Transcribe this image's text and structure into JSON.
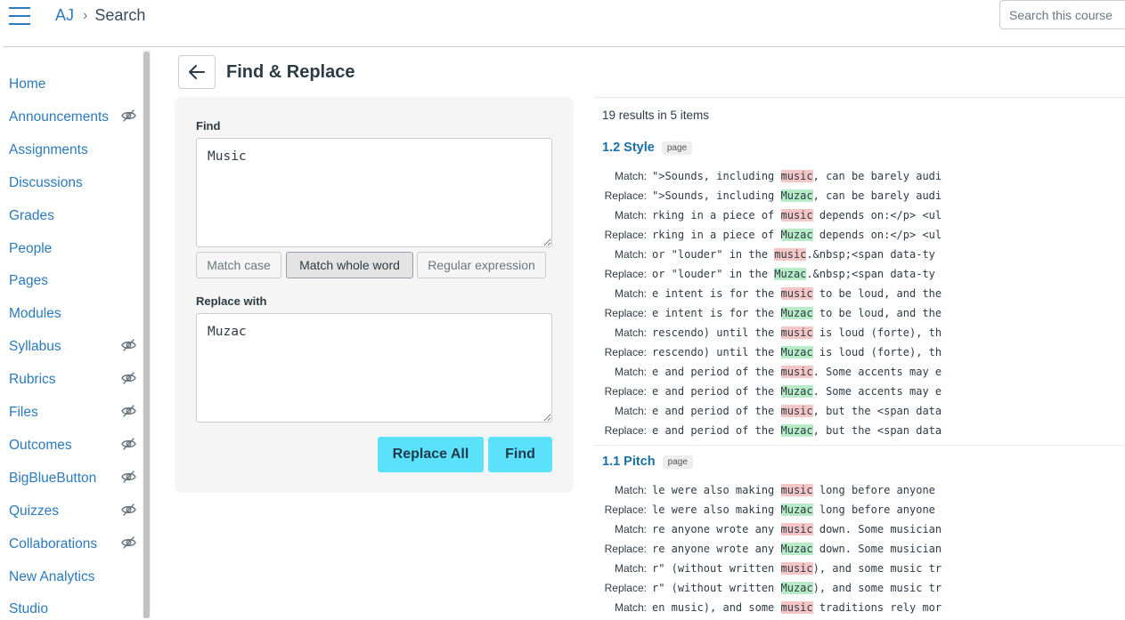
{
  "header": {
    "breadcrumb_course": "AJ",
    "breadcrumb_separator": "›",
    "breadcrumb_current": "Search",
    "search_placeholder": "Search this course"
  },
  "sidebar": {
    "items": [
      {
        "label": "Home",
        "hidden": false
      },
      {
        "label": "Announcements",
        "hidden": true
      },
      {
        "label": "Assignments",
        "hidden": false
      },
      {
        "label": "Discussions",
        "hidden": false
      },
      {
        "label": "Grades",
        "hidden": false
      },
      {
        "label": "People",
        "hidden": false
      },
      {
        "label": "Pages",
        "hidden": false
      },
      {
        "label": "Modules",
        "hidden": false
      },
      {
        "label": "Syllabus",
        "hidden": true
      },
      {
        "label": "Rubrics",
        "hidden": true
      },
      {
        "label": "Files",
        "hidden": true
      },
      {
        "label": "Outcomes",
        "hidden": true
      },
      {
        "label": "BigBlueButton",
        "hidden": true
      },
      {
        "label": "Quizzes",
        "hidden": true
      },
      {
        "label": "Collaborations",
        "hidden": true
      },
      {
        "label": "New Analytics",
        "hidden": false
      },
      {
        "label": "Studio",
        "hidden": false
      }
    ]
  },
  "page": {
    "title": "Find & Replace"
  },
  "form": {
    "find_label": "Find",
    "find_value": "Music",
    "options": [
      "Match case",
      "Match whole word",
      "Regular expression"
    ],
    "active_option": "Match whole word",
    "replace_label": "Replace with",
    "replace_value": "Muzac",
    "replace_all_label": "Replace All",
    "find_button_label": "Find"
  },
  "results": {
    "summary": "19 results in 5 items",
    "match_label": "Match:",
    "replace_label": "Replace:",
    "groups": [
      {
        "title": "1.2 Style",
        "badge": "page",
        "rows": [
          {
            "kind": "match",
            "pre": "\">Sounds, including ",
            "hit": "music",
            "post": ", can be barely audi"
          },
          {
            "kind": "replace",
            "pre": "\">Sounds, including ",
            "hit": "Muzac",
            "post": ", can be barely audi"
          },
          {
            "kind": "match",
            "pre": "rking in a piece of ",
            "hit": "music",
            "post": " depends on:</p> <ul"
          },
          {
            "kind": "replace",
            "pre": "rking in a piece of ",
            "hit": "Muzac",
            "post": " depends on:</p> <ul"
          },
          {
            "kind": "match",
            "pre": "or \"louder\" in the ",
            "hit": "music",
            "post": ".&nbsp;<span data-ty"
          },
          {
            "kind": "replace",
            "pre": "or \"louder\" in the ",
            "hit": "Muzac",
            "post": ".&nbsp;<span data-ty"
          },
          {
            "kind": "match",
            "pre": "e intent is for the ",
            "hit": "music",
            "post": " to be loud, and the"
          },
          {
            "kind": "replace",
            "pre": "e intent is for the ",
            "hit": "Muzac",
            "post": " to be loud, and the"
          },
          {
            "kind": "match",
            "pre": "rescendo) until the ",
            "hit": "music",
            "post": " is loud (forte), th"
          },
          {
            "kind": "replace",
            "pre": "rescendo) until the ",
            "hit": "Muzac",
            "post": " is loud (forte), th"
          },
          {
            "kind": "match",
            "pre": "e and period of the ",
            "hit": "music",
            "post": ". Some accents may e"
          },
          {
            "kind": "replace",
            "pre": "e and period of the ",
            "hit": "Muzac",
            "post": ". Some accents may e"
          },
          {
            "kind": "match",
            "pre": "e and period of the ",
            "hit": "music",
            "post": ", but the <span data"
          },
          {
            "kind": "replace",
            "pre": "e and period of the ",
            "hit": "Muzac",
            "post": ", but the <span data"
          }
        ]
      },
      {
        "title": "1.1 Pitch",
        "badge": "page",
        "rows": [
          {
            "kind": "match",
            "pre": "le were also making ",
            "hit": "music",
            "post": " long before anyone"
          },
          {
            "kind": "replace",
            "pre": "le were also making ",
            "hit": "Muzac",
            "post": " long before anyone"
          },
          {
            "kind": "match",
            "pre": "re anyone wrote any ",
            "hit": "music",
            "post": " down. Some musician"
          },
          {
            "kind": "replace",
            "pre": "re anyone wrote any ",
            "hit": "Muzac",
            "post": " down. Some musician"
          },
          {
            "kind": "match",
            "pre": "r\" (without written ",
            "hit": "music",
            "post": "), and some music tr"
          },
          {
            "kind": "replace",
            "pre": "r\" (without written ",
            "hit": "Muzac",
            "post": "), and some music tr"
          },
          {
            "kind": "match",
            "pre": "en music), and some ",
            "hit": "music",
            "post": " traditions rely mor"
          }
        ]
      }
    ]
  },
  "colors": {
    "link": "#2b7abc",
    "button_accent": "#5ce1fb",
    "match_highlight": "#f6c6c6",
    "replace_highlight": "#b7ebc6"
  }
}
